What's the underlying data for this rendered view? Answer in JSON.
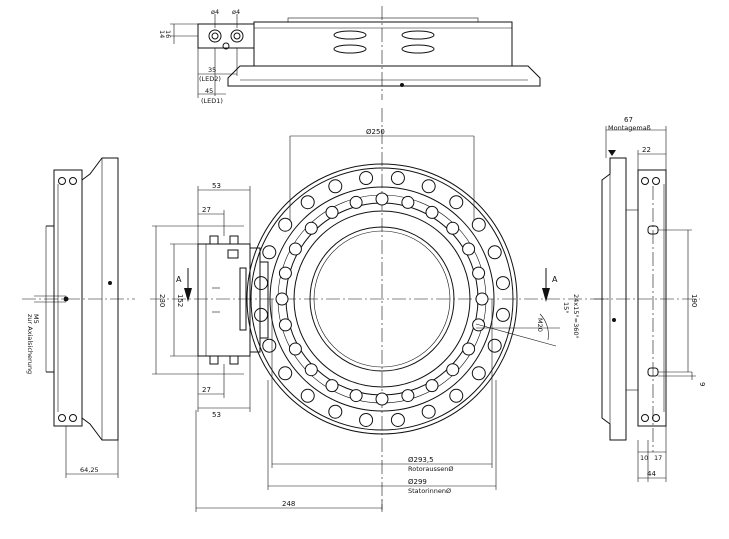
{
  "labels": {
    "top_led_a": "ø4",
    "top_led_b": "ø4",
    "top_h1": "16",
    "top_h2": "14",
    "led2_value": "35",
    "led2_name": "(LED2)",
    "led1_value": "45",
    "led1_name": "(LED1)",
    "dia_250": "Ø250",
    "dim_53_top": "53",
    "dim_27_top": "27",
    "dim_27_bottom": "27",
    "dim_53_bottom": "53",
    "dim_230": "230",
    "dim_152": "152",
    "section_a_left": "A",
    "section_a_right": "A",
    "m20": "M20",
    "angle_15": "15°",
    "pitch": "24x15°=360°",
    "dia_2935": "Ø293,5",
    "rotor_outer": "RotoraussenØ",
    "dia_299": "Ø299",
    "stator_inner": "StatorinnenØ",
    "dim_248": "248",
    "m5": "M5",
    "axial_lock": "zur Axialsicherung",
    "dim_6425": "64,25",
    "dim_67": "67",
    "mount_dim": "Montagemaß",
    "dim_22": "22",
    "dim_190": "190",
    "dim_9": "9",
    "dim_10": "10",
    "dim_17": "17",
    "dim_44": "44"
  }
}
